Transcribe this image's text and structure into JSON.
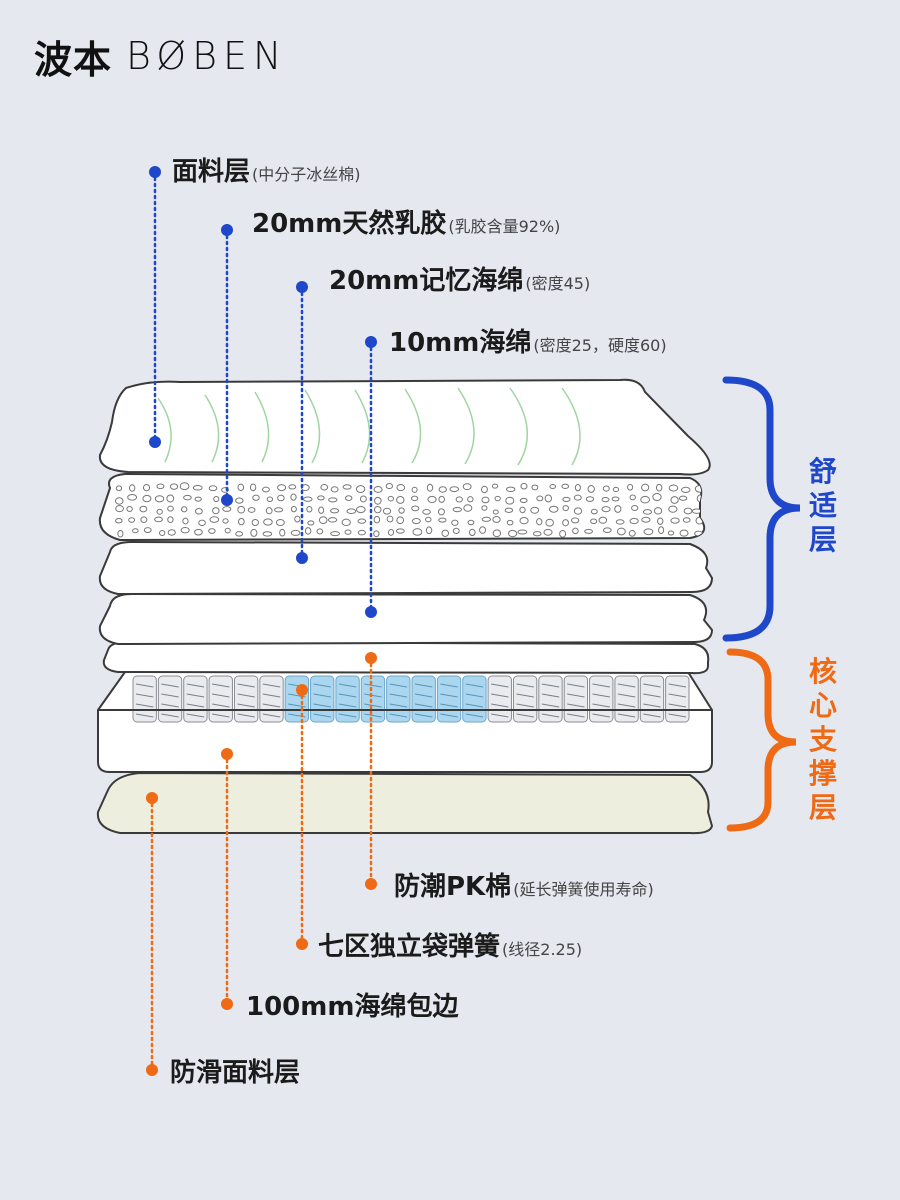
{
  "brand": {
    "cn": "波本",
    "en": "BØBEN"
  },
  "colors": {
    "blue": "#1f47c9",
    "orange": "#ef6a14",
    "background": "#e6e8ef",
    "sponge_blue": "#aad7ef",
    "base_cream": "#eeeedf"
  },
  "top_labels": [
    {
      "main": "面料层",
      "sub": "(中分子冰丝棉)"
    },
    {
      "main": "20mm天然乳胶",
      "sub": "(乳胶含量92%)"
    },
    {
      "main": "20mm记忆海绵",
      "sub": "(密度45)"
    },
    {
      "main": "10mm海绵",
      "sub": "(密度25，硬度60)"
    }
  ],
  "bottom_labels": [
    {
      "main": "防潮PK棉",
      "sub": "(延长弹簧使用寿命)"
    },
    {
      "main": "七区独立袋弹簧",
      "sub": "(线径2.25)"
    },
    {
      "main": "100mm海绵包边",
      "sub": ""
    },
    {
      "main": "防滑面料层",
      "sub": ""
    }
  ],
  "groups": {
    "comfort": {
      "label": "舒适层"
    },
    "core": {
      "label": "核心支撑层"
    }
  }
}
